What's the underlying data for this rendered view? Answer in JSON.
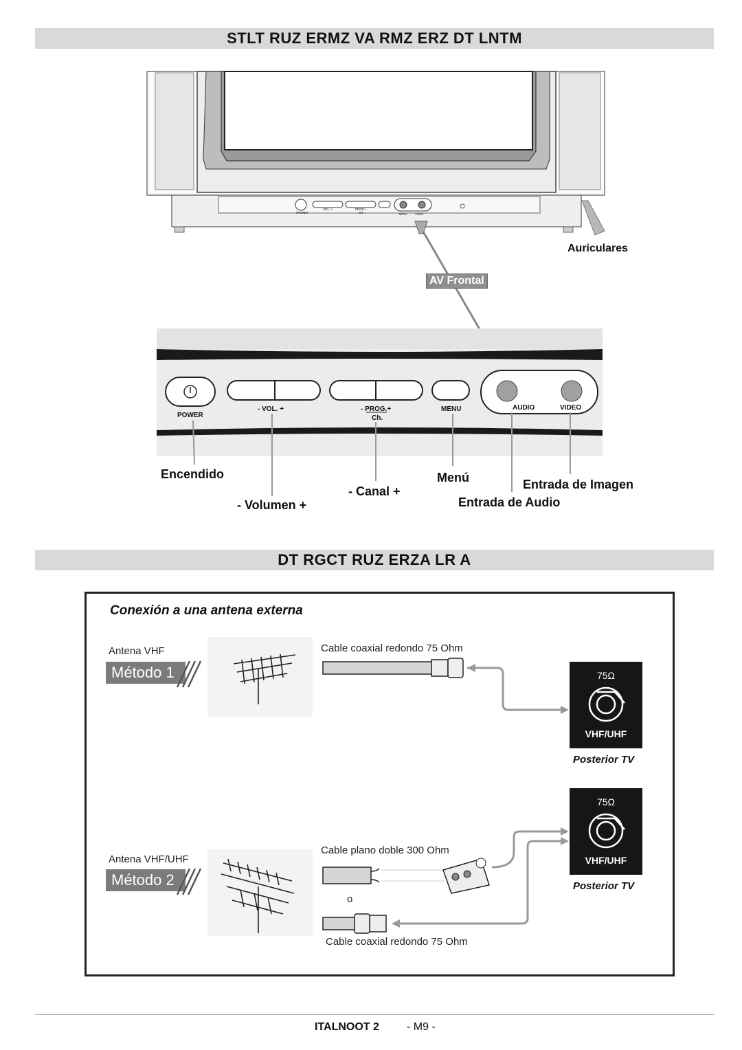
{
  "sections": {
    "front_title": "STLT RUZ ERMZ VA RMZ ERZ DT LNTM",
    "antenna_title": "DT RGCT RUZ ERZA LR A"
  },
  "tv_front": {
    "headphones_label": "Auriculares",
    "av_frontal_label": "AV Frontal",
    "small_panel": {
      "power": "POWER",
      "vol": "VOL. +",
      "prog": "PROG+",
      "ch": "CH",
      "menu": "MENU",
      "video": "VIDEO"
    }
  },
  "control_panel": {
    "buttons": {
      "power": "POWER",
      "vol": "- VOL. +",
      "prog": "- PROG.+",
      "ch": "Ch.",
      "menu": "MENU",
      "audio": "AUDIO",
      "video": "VIDEO"
    },
    "callouts": {
      "encendido": "Encendido",
      "volumen": "- Volumen +",
      "canal": "- Canal +",
      "menu": "Menú",
      "entrada_imagen": "Entrada de Imagen",
      "entrada_audio": "Entrada de Audio"
    }
  },
  "antenna": {
    "heading": "Conexión a una antena externa",
    "method1": {
      "antenna_label": "Antena VHF",
      "method_label": "Método 1",
      "cable_label": "Cable coaxial redondo 75 Ohm"
    },
    "method2": {
      "antenna_label": "Antena VHF/UHF",
      "method_label": "Método 2",
      "cable_flat_label": "Cable plano doble 300 Ohm",
      "or_label": "o",
      "cable_coax_label": "Cable coaxial redondo 75 Ohm"
    },
    "tv_socket": {
      "impedance": "75Ω",
      "band": "VHF/UHF",
      "caption": "Posterior TV"
    }
  },
  "footer": {
    "brand": "ITALNOOT 2",
    "page": "- M9 -"
  }
}
